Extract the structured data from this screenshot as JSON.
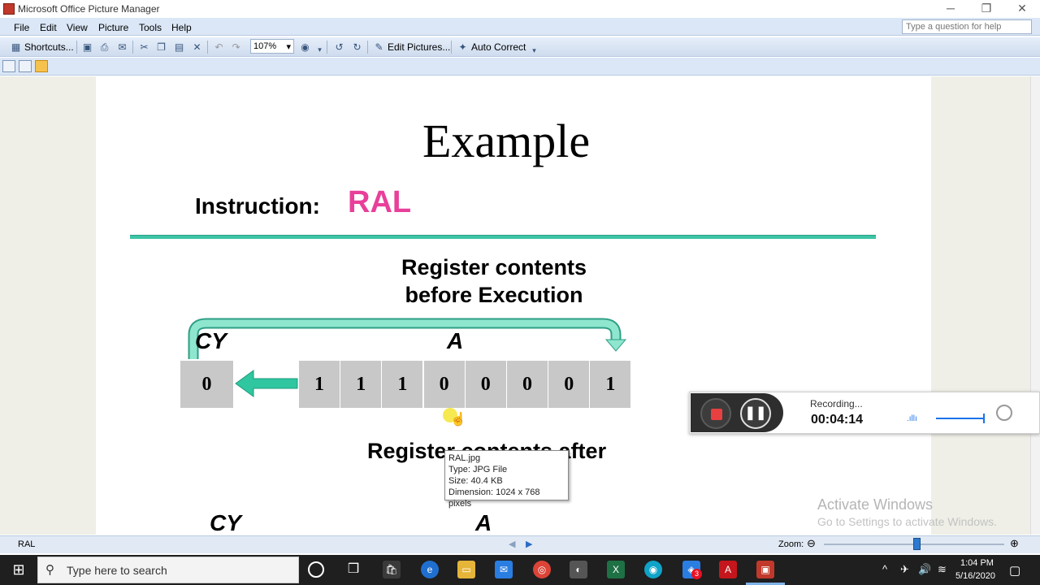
{
  "window": {
    "title": "Microsoft Office Picture Manager",
    "minimize": "─",
    "restore": "❐",
    "close": "✕"
  },
  "menu": {
    "items": [
      "File",
      "Edit",
      "View",
      "Picture",
      "Tools",
      "Help"
    ],
    "help_placeholder": "Type a question for help"
  },
  "toolbar": {
    "shortcuts_label": "Shortcuts...",
    "zoom_value": "107%",
    "edit_pictures_label": "Edit Pictures...",
    "auto_correct_label": "Auto Correct"
  },
  "slide": {
    "title": "Example",
    "instruction_label": "Instruction:",
    "instruction_value": "RAL",
    "before_heading_line1": "Register contents",
    "before_heading_line2": "before Execution",
    "carry_label": "CY",
    "accumulator_label": "A",
    "carry_bit": "0",
    "accumulator_bits": [
      "1",
      "1",
      "1",
      "0",
      "0",
      "0",
      "0",
      "1"
    ],
    "after_heading": "Register contents after",
    "after_carry_label": "CY",
    "after_accumulator_label": "A"
  },
  "tooltip": {
    "name": "RAL.jpg",
    "type": "Type: JPG File",
    "size": "Size: 40.4 KB",
    "dimension": "Dimension: 1024 x 768 pixels"
  },
  "recorder": {
    "status": "Recording...",
    "elapsed": "00:04:14"
  },
  "watermark": {
    "line1": "Activate Windows",
    "line2": "Go to Settings to activate Windows."
  },
  "statusbar": {
    "file_name": "RAL",
    "zoom_label": "Zoom:"
  },
  "taskbar": {
    "search_placeholder": "Type here to search",
    "time": "1:04 PM",
    "date": "5/16/2020",
    "mail_badge": "3"
  },
  "colors": {
    "accent_pink": "#e8409a",
    "teal": "#3cc5a6",
    "register_gray": "#c8c8c8"
  }
}
